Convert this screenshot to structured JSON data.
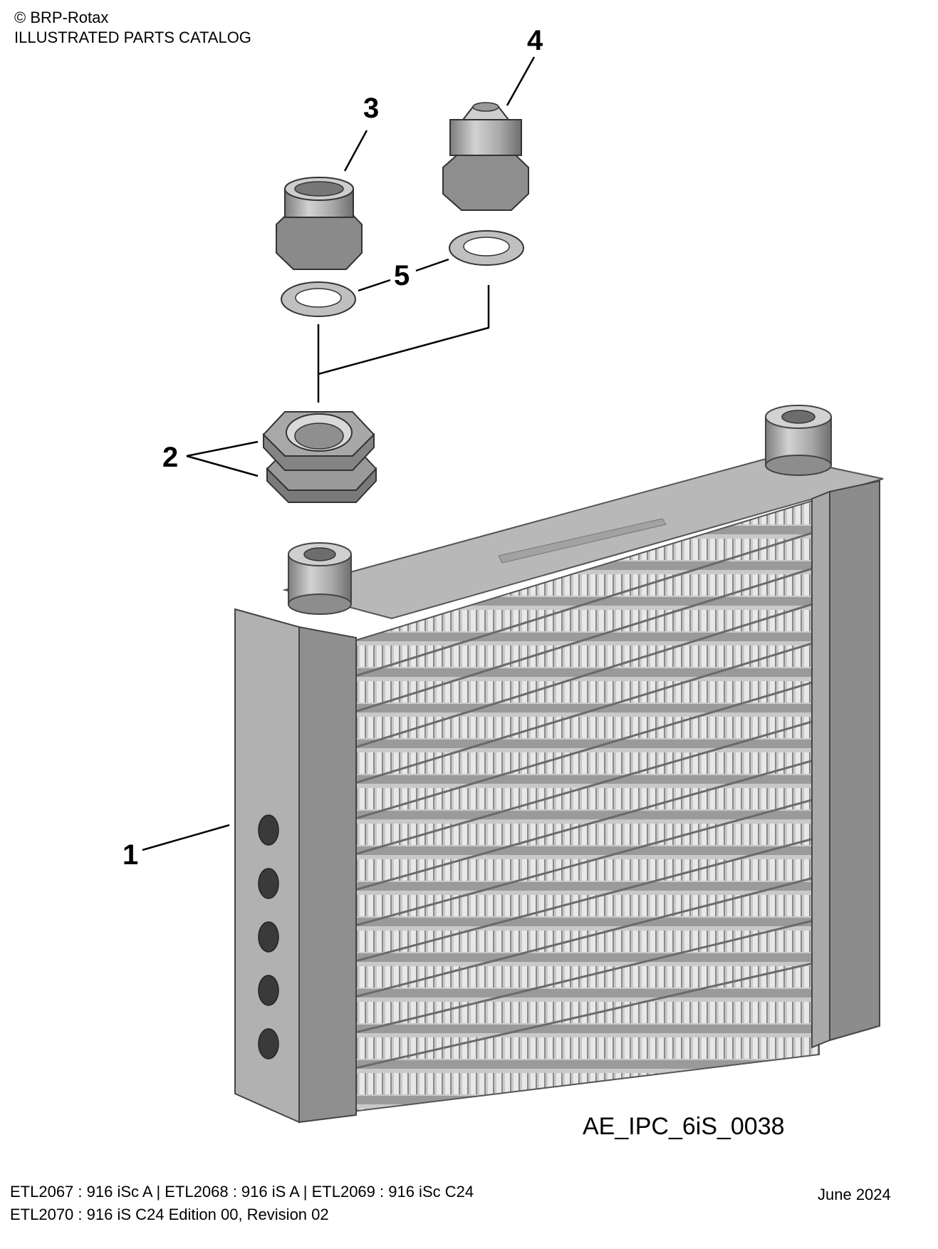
{
  "header": {
    "copyright": "© BRP-Rotax",
    "title": "ILLUSTRATED PARTS CATALOG"
  },
  "illustration": {
    "callouts": [
      "1",
      "2",
      "3",
      "4",
      "5"
    ],
    "figure_id": "AE_IPC_6iS_0038"
  },
  "footer": {
    "line1": "ETL2067 : 916 iSc A | ETL2068 : 916 iS A | ETL2069 : 916 iSc C24",
    "line2": "ETL2070 : 916 iS C24 Edition 00, Revision 02",
    "date": "June 2024"
  }
}
